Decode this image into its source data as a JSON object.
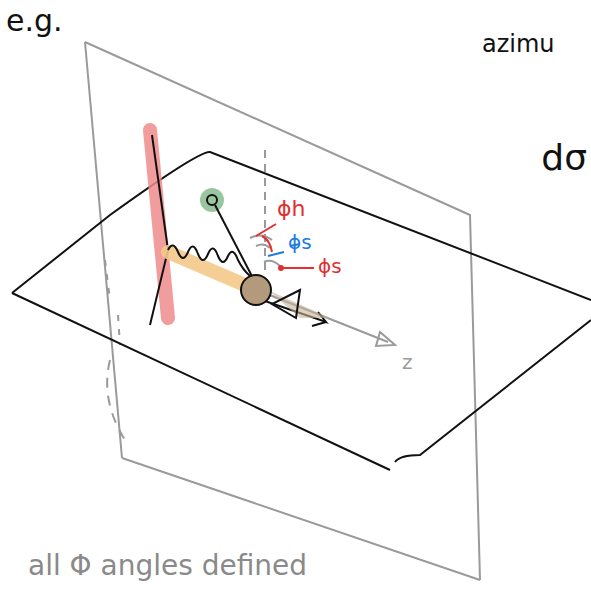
{
  "diagram": {
    "labels": [
      "e.g.",
      "azimu",
      "dσ",
      "ϕh",
      "ϕs",
      "ϕs",
      "z",
      "all Φ angles defined"
    ]
  }
}
